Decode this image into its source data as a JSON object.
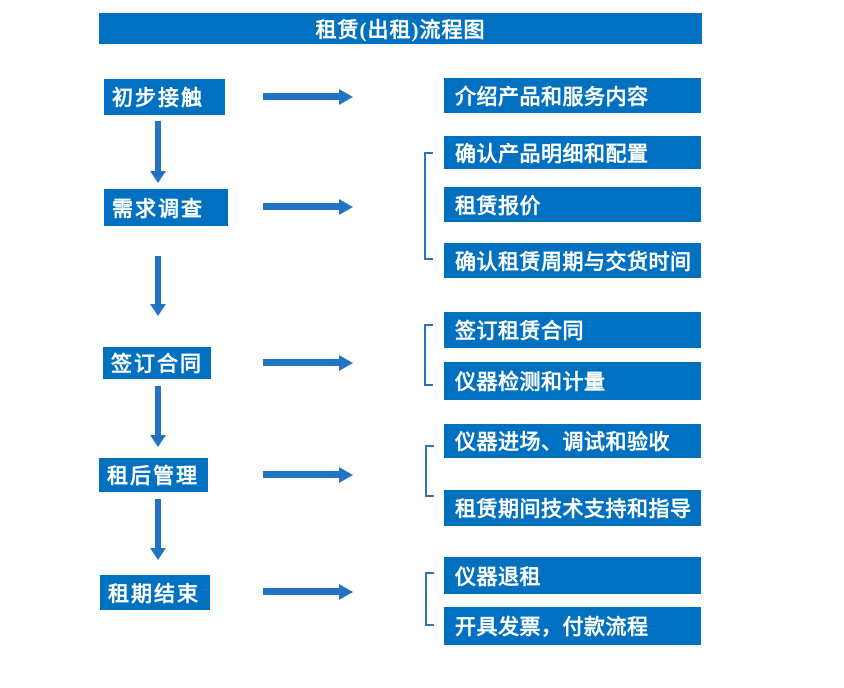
{
  "title": "租赁(出租)流程图",
  "colors": {
    "box_fill": "#0070C0",
    "arrow": "#2273C4",
    "bracket_line": "#2E75B6",
    "text": "#FFFFFF",
    "background": "#FFFFFF"
  },
  "steps": [
    {
      "label": "初步接触",
      "details": [
        "介绍产品和服务内容"
      ]
    },
    {
      "label": "需求调查",
      "details": [
        "确认产品明细和配置",
        "租赁报价",
        "确认租赁周期与交货时间"
      ]
    },
    {
      "label": "签订合同",
      "details": [
        "签订租赁合同",
        "仪器检测和计量"
      ]
    },
    {
      "label": "租后管理",
      "details": [
        "仪器进场、调试和验收",
        "租赁期间技术支持和指导"
      ]
    },
    {
      "label": "租期结束",
      "details": [
        "仪器退租",
        "开具发票，付款流程"
      ]
    }
  ]
}
